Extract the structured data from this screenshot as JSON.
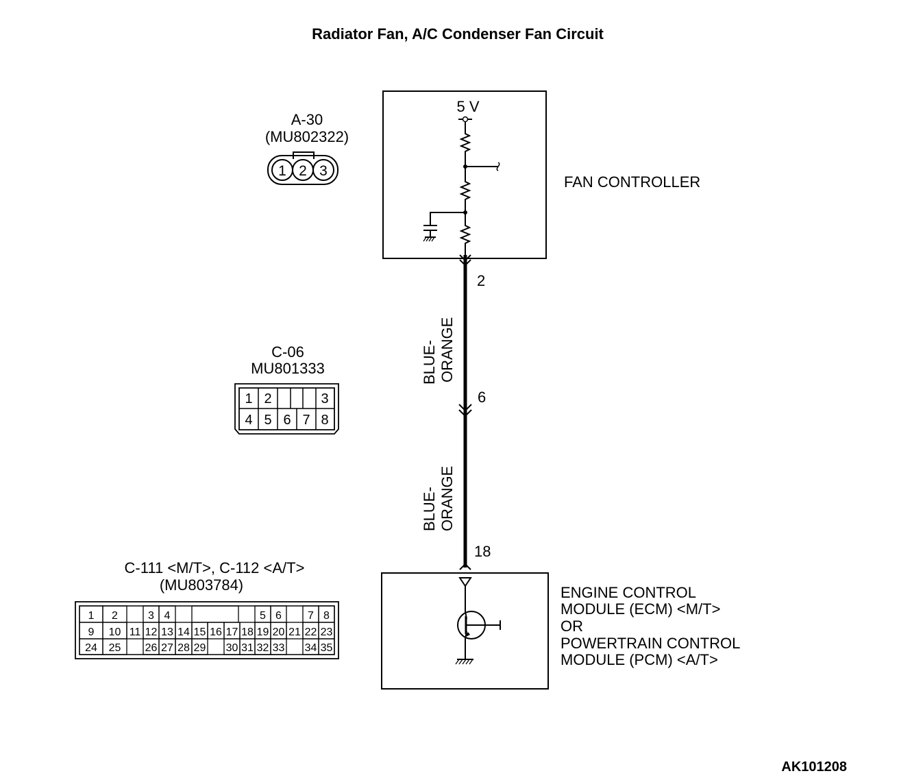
{
  "title": "Radiator Fan, A/C Condenser Fan Circuit",
  "figure_id": "AK101208",
  "fan_controller": {
    "label": "FAN CONTROLLER",
    "supply": "5 V",
    "pin": "2"
  },
  "connector_a30": {
    "name": "A-30",
    "part": "(MU802322)",
    "pins": [
      "1",
      "2",
      "3"
    ]
  },
  "connector_c06": {
    "name": "C-06",
    "part": "MU801333",
    "top_pins": [
      "1",
      "2",
      "3"
    ],
    "bottom_pins": [
      "4",
      "5",
      "6",
      "7",
      "8"
    ],
    "pin": "6"
  },
  "connector_c111": {
    "name": "C-111 <M/T>, C-112 <A/T>",
    "part": "(MU803784)",
    "row1": [
      "1",
      "2",
      "3",
      "4",
      "5",
      "6",
      "7",
      "8"
    ],
    "row2": [
      "9",
      "10",
      "11",
      "12",
      "13",
      "14",
      "15",
      "16",
      "17",
      "18",
      "19",
      "20",
      "21",
      "22",
      "23"
    ],
    "row3": [
      "24",
      "25",
      "26",
      "27",
      "28",
      "29",
      "30",
      "31",
      "32",
      "33",
      "34",
      "35"
    ]
  },
  "wire1": {
    "color_line1": "BLUE-",
    "color_line2": "ORANGE"
  },
  "wire2": {
    "color_line1": "BLUE-",
    "color_line2": "ORANGE"
  },
  "ecm": {
    "pin": "18",
    "lines": [
      "ENGINE CONTROL",
      "MODULE (ECM) <M/T>",
      "OR",
      "POWERTRAIN CONTROL",
      "MODULE (PCM) <A/T>"
    ]
  }
}
